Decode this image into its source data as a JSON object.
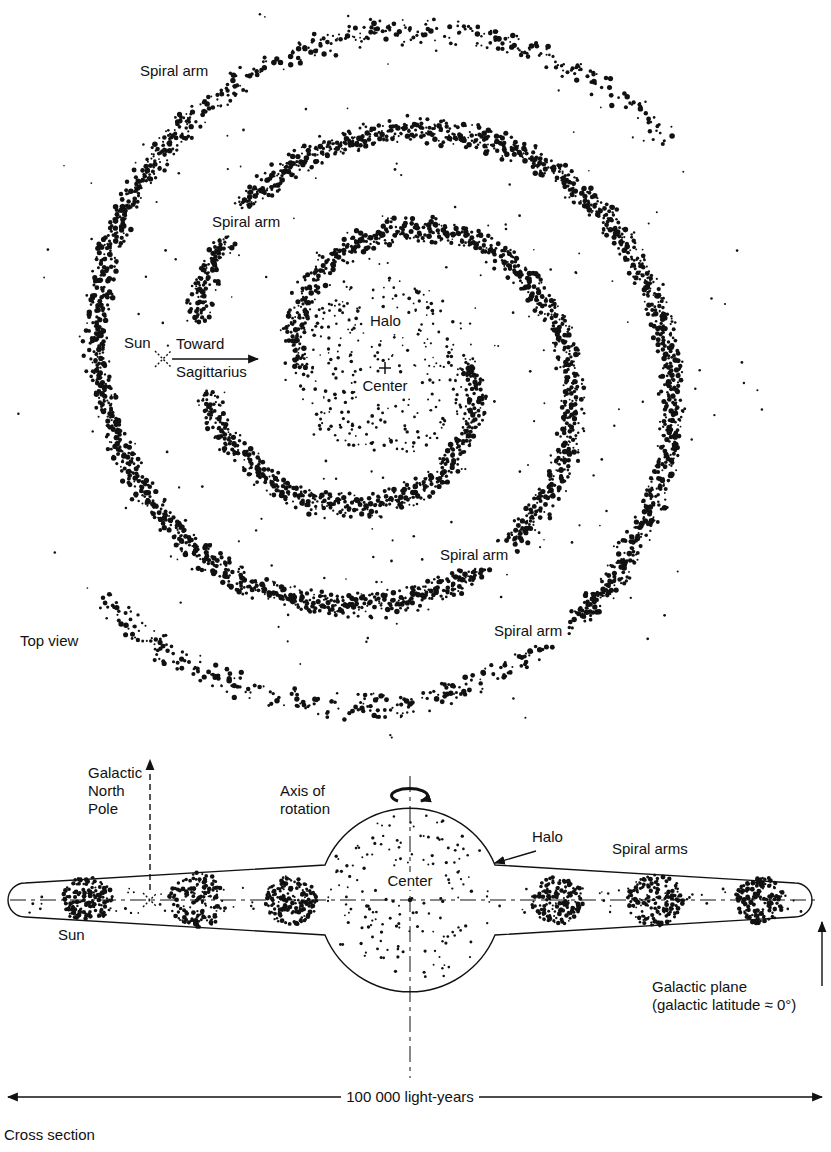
{
  "diagram": {
    "labels": [
      "Spiral arm",
      "Spiral arm",
      "Halo",
      "Sun",
      "Toward Sagittarius",
      "Center",
      "Spiral arm",
      "Top view",
      "Spiral arm",
      "Galactic North Pole",
      "Axis of rotation",
      "Halo",
      "Spiral arms",
      "Center",
      "Sun",
      "Galactic plane (galactic latitude ≈ 0°)",
      "100 000 light-years",
      "Cross section"
    ]
  }
}
